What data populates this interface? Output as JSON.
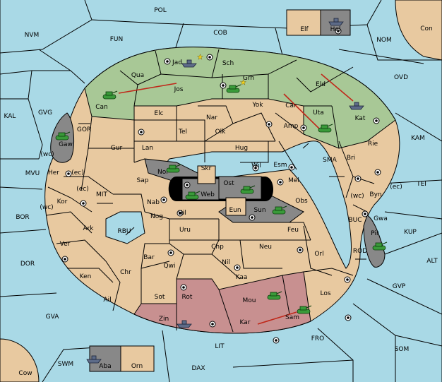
{
  "colors": {
    "sea": "#a9d9e6",
    "land": "#e8c9a0",
    "green": "#a8c896",
    "red": "#c89090",
    "gray": "#888888",
    "arrow": "#c0281a"
  },
  "seas": [
    "POL",
    "NVM",
    "FUN",
    "COB",
    "NOM",
    "Con",
    "OVD",
    "KAL",
    "GVG",
    "GOR",
    "KAM",
    "MVU",
    "MIT",
    "SMA",
    "TEI",
    "BOR",
    "RBU",
    "BUC",
    "KUP",
    "DOR",
    "ROD",
    "ALT",
    "GVA",
    "GVP",
    "LIT",
    "FRO",
    "SOM",
    "SWM",
    "DAX",
    "Cow"
  ],
  "provinces": [
    "Elf",
    "Hel",
    "Jad",
    "Sch",
    "Qua",
    "Jos",
    "Grh",
    "Can",
    "Eld",
    "Elc",
    "Nar",
    "Yok",
    "Car",
    "Uta",
    "Kat",
    "Gaw",
    "Tel",
    "Olk",
    "Amp",
    "Gur",
    "Lan",
    "Hug",
    "Bri",
    "Rie",
    "Esm",
    "Wil",
    "Nor",
    "Skr",
    "Ost",
    "Mel",
    "Her",
    "Sap",
    "Web",
    "Byn",
    "Kor",
    "Nab",
    "Eun",
    "Sun",
    "Obs",
    "Gwa",
    "Nog",
    "Hil",
    "Ark",
    "Uru",
    "Feu",
    "Pir",
    "Chp",
    "Neu",
    "Bar",
    "Qwi",
    "Orl",
    "Ver",
    "Nil",
    "Ken",
    "Chr",
    "Kaa",
    "Rot",
    "Mou",
    "Los",
    "Ail",
    "Sot",
    "Zin",
    "Kar",
    "Sam",
    "Aba",
    "Orn"
  ],
  "coast_tags": [
    "(wc)",
    "(ec)",
    "(ec)",
    "(wc)",
    "(wc)",
    "(ec)"
  ],
  "units": {
    "Jad": "fleet",
    "Grh": "army",
    "Can": "army",
    "Kat": "fleet",
    "Uta": "army",
    "Gaw": "army",
    "Nor": "army",
    "Ost": "army",
    "Web": "army",
    "Sun": "army",
    "Pir": "army",
    "Mou": "army",
    "Sam": "army",
    "Zin": "fleet",
    "Hel": "fleet",
    "Aba": "fleet"
  }
}
